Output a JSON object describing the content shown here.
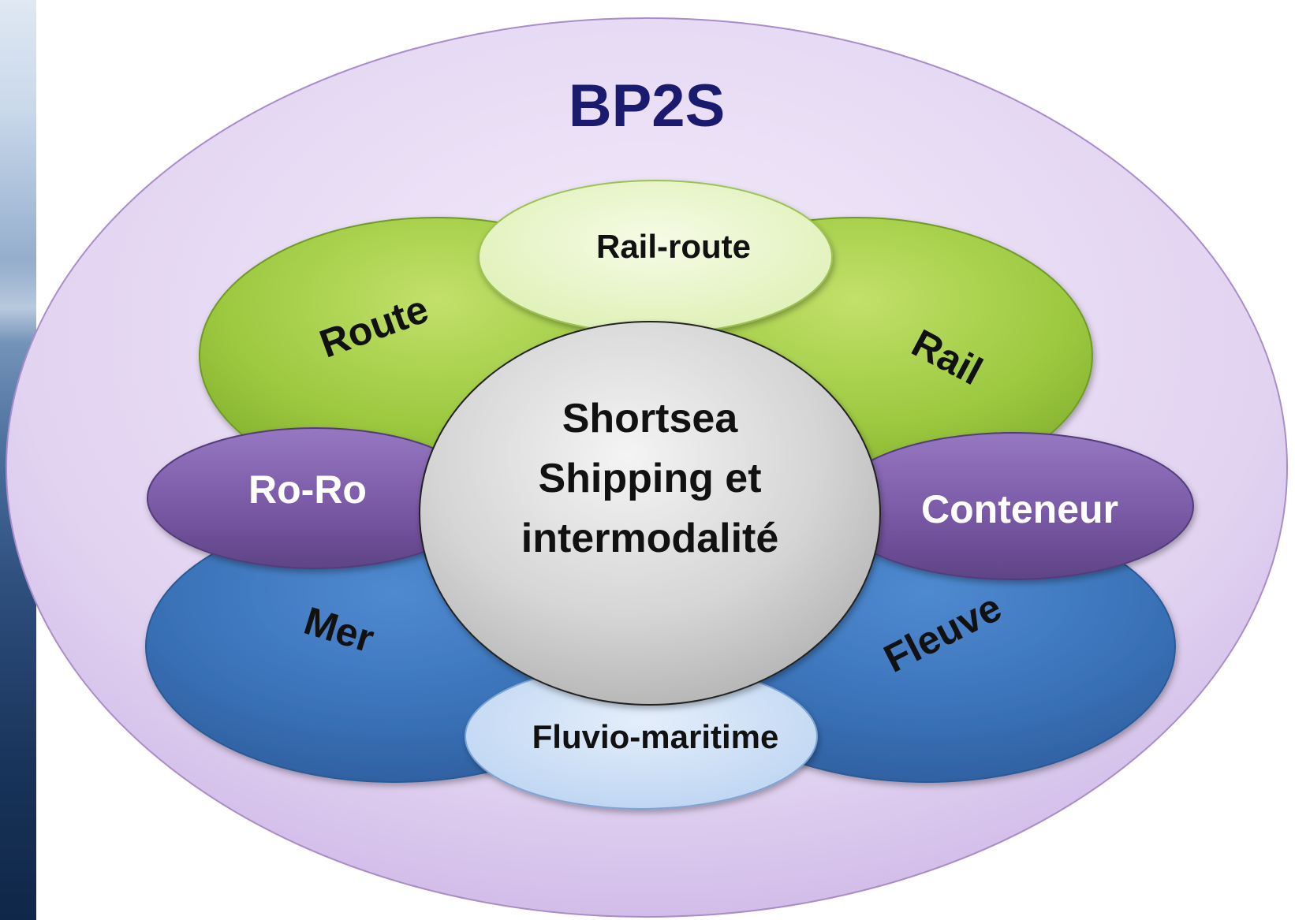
{
  "title": "BP2S",
  "center": {
    "line1": "Shortsea",
    "line2": "Shipping et",
    "line3": "intermodalité"
  },
  "petals": {
    "route": "Route",
    "rail": "Rail",
    "mer": "Mer",
    "fleuve": "Fleuve"
  },
  "connectors": {
    "rail_route": "Rail-route",
    "fluvio_maritime": "Fluvio-maritime",
    "ro_ro": "Ro-Ro",
    "conteneur": "Conteneur"
  },
  "colors": {
    "outer_fill": "#dcc9ee",
    "title": "#1a1a6e",
    "green": "#9bc83e",
    "blue": "#3a72b8",
    "purple": "#7a5aa6",
    "center": "#d6d6d6"
  }
}
